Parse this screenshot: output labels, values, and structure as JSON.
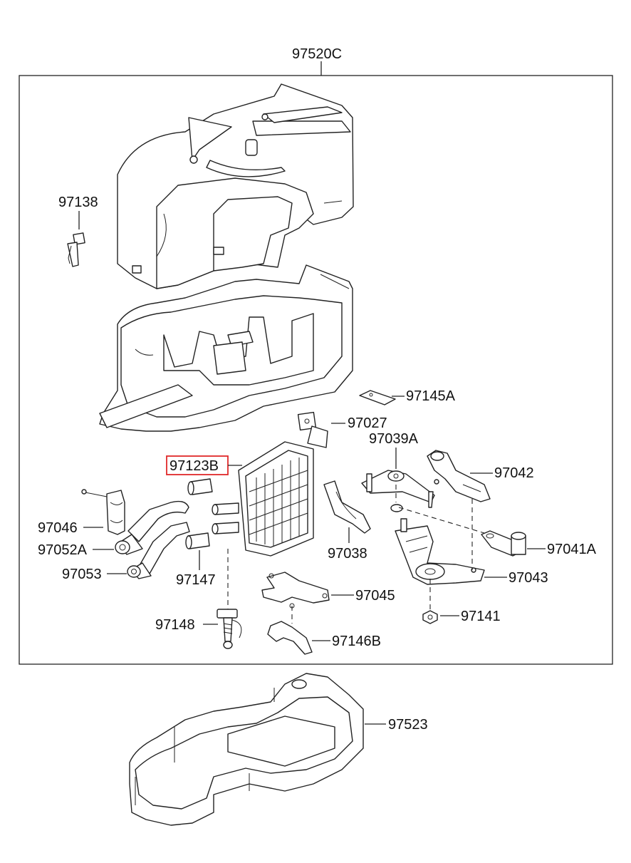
{
  "labels": {
    "assembly": "97520C",
    "p97138": "97138",
    "p97145A": "97145A",
    "p97027": "97027",
    "p97039A": "97039A",
    "p97123B": "97123B",
    "p97042": "97042",
    "p97046": "97046",
    "p97052A": "97052A",
    "p97053": "97053",
    "p97147": "97147",
    "p97038": "97038",
    "p97041A": "97041A",
    "p97043": "97043",
    "p97045": "97045",
    "p97141": "97141",
    "p97148": "97148",
    "p97146B": "97146B",
    "p97523": "97523"
  },
  "highlighted_part": "97123B",
  "colors": {
    "highlight": "#e0292a",
    "ink": "#222222"
  }
}
